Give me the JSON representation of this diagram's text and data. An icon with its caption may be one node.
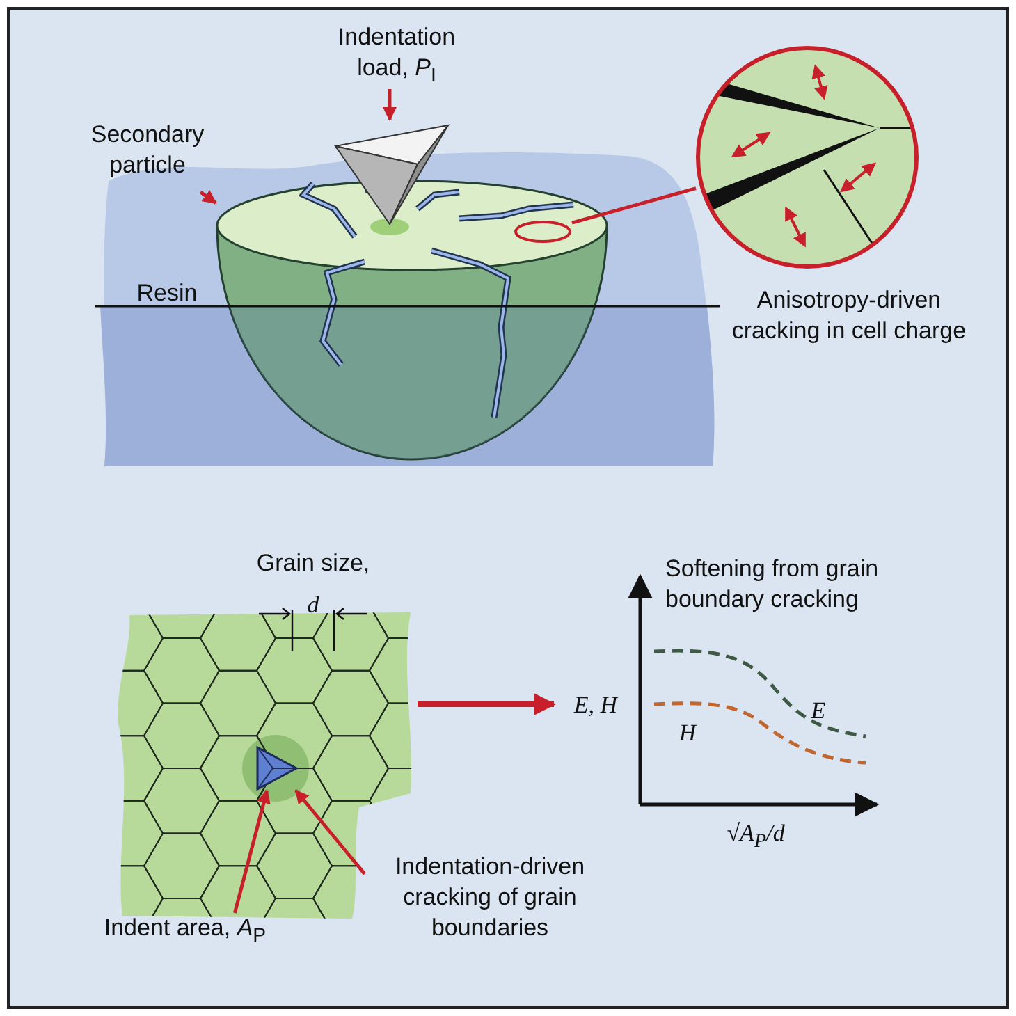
{
  "diagram": {
    "nodes": [
      {
        "text": [
          "Indentation load, *P*$_{I}$"
        ]
      },
      {
        "text": [],
        "shape": "picture"
      },
      {
        "text": [
          "Secondary particle"
        ]
      },
      {
        "text": [],
        "shape": "picture"
      },
      {
        "text": [],
        "shape": "ellipse",
        "in": 3
      },
      {
        "text": [],
        "shape": "circle",
        "beside": [
          "Anisotropy-driven cracking in cell charge"
        ]
      },
      {
        "text": [],
        "shape": "picture"
      },
      {
        "text": [],
        "shape": "triangle",
        "in": 6
      },
      {
        "text": [
          "Softening from grain boundary cracking",
          "E, H",
          "E",
          "H",
          "√*A*$_{P}$/*d*"
        ]
      },
      {
        "text": [
          "Indent area, *A*$_{P}$"
        ]
      },
      {
        "text": [
          "Indentation-driven cracking of grain boundaries"
        ]
      }
    ],
    "edges": [
      {
        "from": 0,
        "to": 1,
        "arrow": "to"
      },
      {
        "from": 2,
        "to": 3,
        "arrow": "to"
      },
      {
        "from": 4,
        "to": 5,
        "arrow": "none"
      },
      {
        "from": 6,
        "to": 8,
        "arrow": "to"
      },
      {
        "from": 9,
        "to": 7,
        "arrow": "to"
      },
      {
        "from": 10,
        "to": 7,
        "arrow": "to"
      }
    ],
    "labels": [
      "Resin",
      "Grain size,",
      "d"
    ]
  }
}
